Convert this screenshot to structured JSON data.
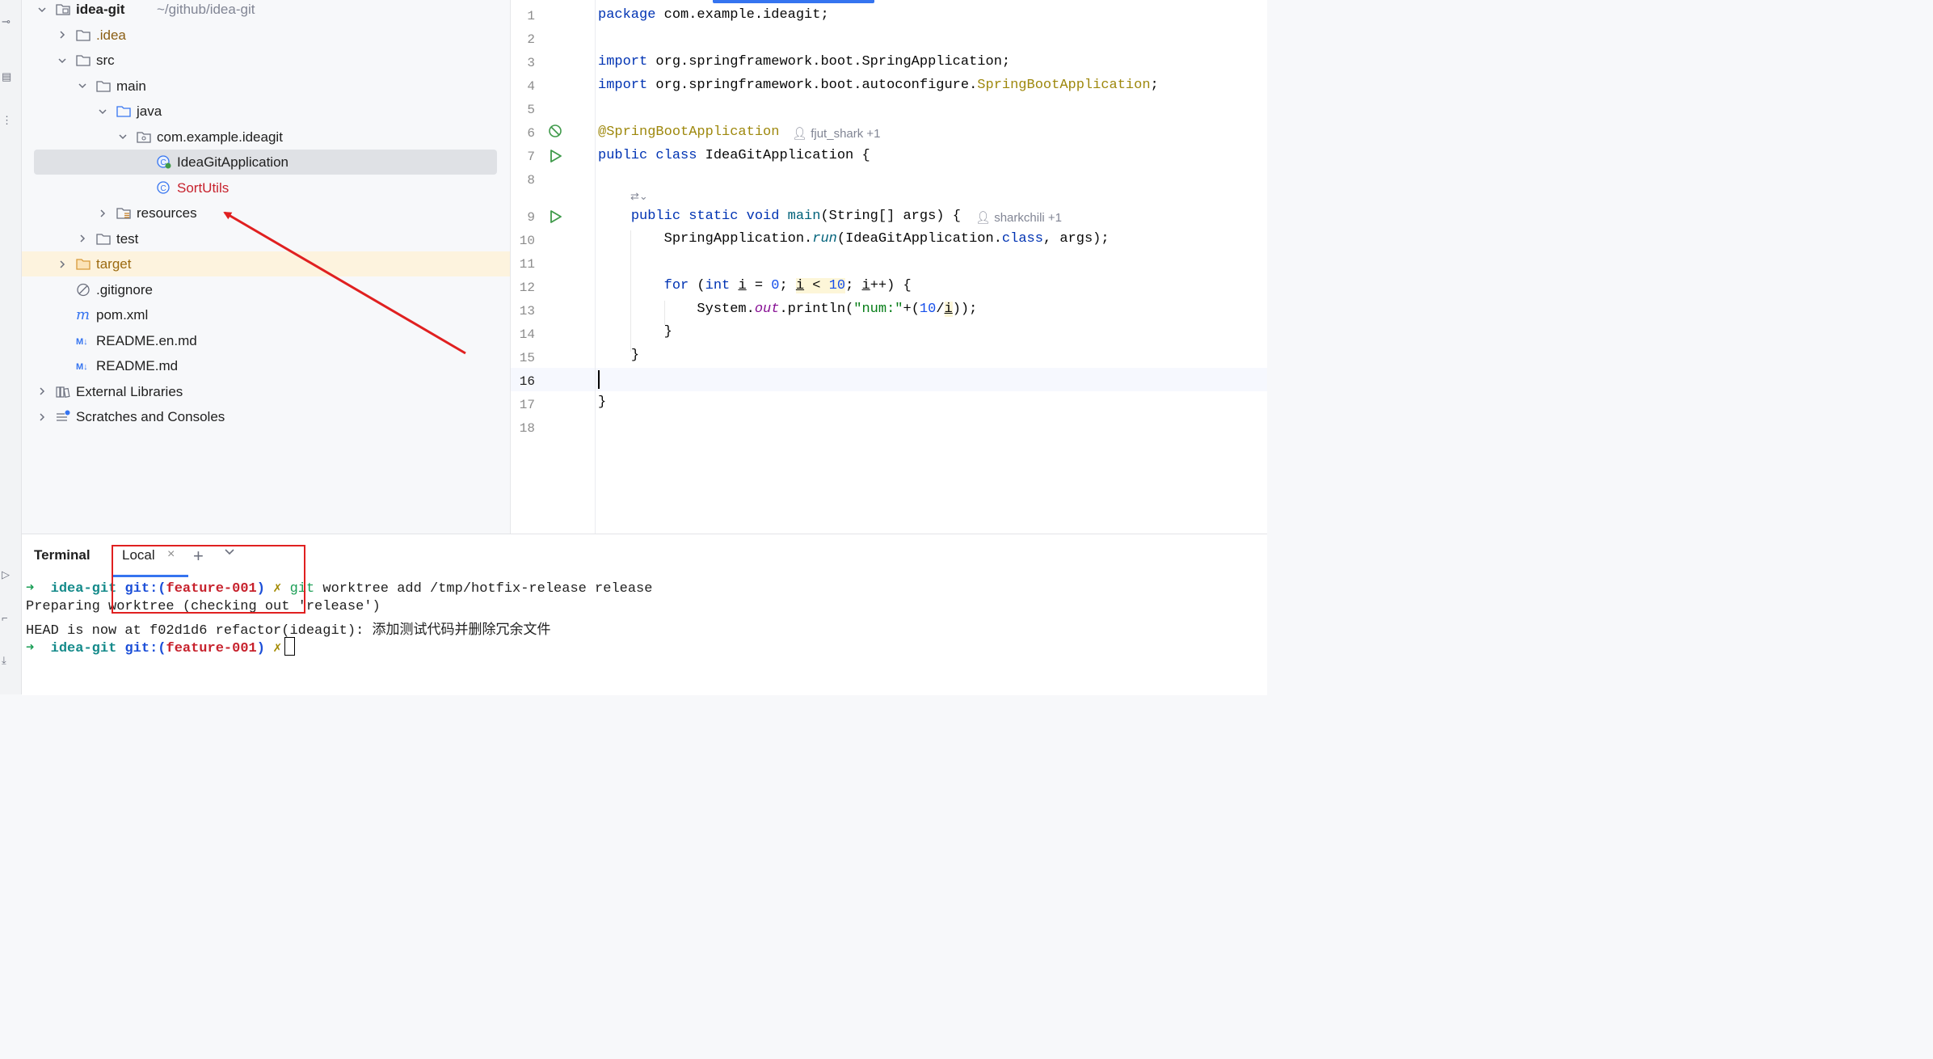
{
  "tree": [
    {
      "label": "idea-git",
      "hint": "~/github/idea-git",
      "bold": true,
      "chev": "down",
      "icon": "folder-project-icon",
      "depth": 0
    },
    {
      "label": ".idea",
      "chev": "right",
      "icon": "folder-icon",
      "depth": 1,
      "color": "idea"
    },
    {
      "label": "src",
      "chev": "down",
      "icon": "folder-icon",
      "depth": 1
    },
    {
      "label": "main",
      "chev": "down",
      "icon": "folder-icon",
      "depth": 2
    },
    {
      "label": "java",
      "chev": "down",
      "icon": "folder-source-icon",
      "depth": 3
    },
    {
      "label": "com.example.ideagit",
      "chev": "down",
      "icon": "package-icon",
      "depth": 4
    },
    {
      "label": "IdeaGitApplication",
      "chev": "",
      "icon": "spring-class-icon",
      "depth": 5,
      "selected": true
    },
    {
      "label": "SortUtils",
      "chev": "",
      "icon": "class-icon",
      "depth": 5,
      "color": "red"
    },
    {
      "label": "resources",
      "chev": "right",
      "icon": "folder-resources-icon",
      "depth": 3
    },
    {
      "label": "test",
      "chev": "right",
      "icon": "folder-icon",
      "depth": 2
    },
    {
      "label": "target",
      "chev": "right",
      "icon": "folder-excluded-icon",
      "depth": 1,
      "highlight": true,
      "color": "orange"
    },
    {
      "label": ".gitignore",
      "chev": "",
      "icon": "ignored-file-icon",
      "depth": 1
    },
    {
      "label": "pom.xml",
      "chev": "",
      "icon": "maven-icon",
      "depth": 1
    },
    {
      "label": "README.en.md",
      "chev": "",
      "icon": "markdown-icon",
      "depth": 1
    },
    {
      "label": "README.md",
      "chev": "",
      "icon": "markdown-icon",
      "depth": 1
    },
    {
      "label": "External Libraries",
      "chev": "right",
      "icon": "libraries-icon",
      "depth": 0
    },
    {
      "label": "Scratches and Consoles",
      "chev": "right",
      "icon": "scratches-icon",
      "depth": 0
    }
  ],
  "editor": {
    "line_numbers": [
      "1",
      "2",
      "3",
      "4",
      "5",
      "6",
      "7",
      "8",
      "9",
      "10",
      "11",
      "12",
      "13",
      "14",
      "15",
      "16",
      "17",
      "18"
    ],
    "current_line": "16",
    "code": {
      "l1_kw": "package",
      "l1_rest": " com.example.ideagit;",
      "l3_kw": "import",
      "l3_rest": " org.springframework.boot.SpringApplication;",
      "l4_kw": "import",
      "l4_rest": " org.springframework.boot.autoconfigure.",
      "l4_ann": "SpringBootApplication",
      "l4_end": ";",
      "l6_ann": "@SpringBootApplication",
      "l6_author": "fjut_shark +1",
      "l7_kw": "public class",
      "l7_rest": " IdeaGitApplication {",
      "l8b_hint": "⇄⌄",
      "l9_kw": "public static void",
      "l9_fn": "main",
      "l9_rest": "(String[] args) {",
      "l9_author": "sharkchili +1",
      "l10_a": "SpringApplication.",
      "l10_run": "run",
      "l10_b": "(IdeaGitApplication.",
      "l10_cls": "class",
      "l10_c": ", args);",
      "l12_for": "for",
      "l12_a": " (",
      "l12_int": "int",
      "l12_i": "i",
      "l12_eq": " = ",
      "l12_zero": "0",
      "l12_semi": "; ",
      "l12_i2": "i",
      "l12_lt": " < ",
      "l12_ten": "10",
      "l12_semi2": "; ",
      "l12_i3": "i",
      "l12_end": "++) {",
      "l13_a": "System.",
      "l13_out": "out",
      "l13_b": ".println(",
      "l13_str": "\"num:\"",
      "l13_c": "+(",
      "l13_ten": "10",
      "l13_slash": "/",
      "l13_i": "i",
      "l13_d": "));",
      "l14": "}",
      "l15": "}",
      "l17": "}"
    }
  },
  "terminal": {
    "title": "Terminal",
    "tab_label": "Local",
    "close": "×",
    "plus": "+",
    "lines": {
      "l1_arrow": "➜",
      "l1_dir": "idea-git",
      "l1_git": "git:(",
      "l1_branch": "feature-001",
      "l1_close": ")",
      "l1_x": "✗",
      "l1_cmd_git": "git",
      "l1_cmd": " worktree add /tmp/hotfix-release release",
      "l2": "Preparing worktree (checking out 'release')",
      "l3": "HEAD is now at f02d1d6 refactor(ideagit): 添加测试代码并删除冗余文件",
      "l4_arrow": "➜",
      "l4_dir": "idea-git",
      "l4_git": "git:(",
      "l4_branch": "feature-001",
      "l4_close": ")",
      "l4_x": "✗"
    }
  },
  "colors": {
    "annotation_red": "#e02020",
    "accent": "#3574f0"
  }
}
